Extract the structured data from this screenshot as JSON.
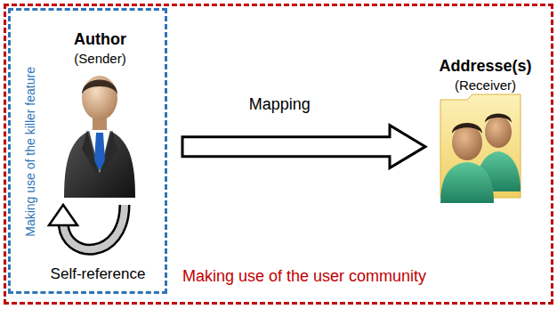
{
  "diagram": {
    "nodes": [
      {
        "text": [
          "Making use of the user community"
        ]
      },
      {
        "text": [
          "Making use of the killer feature"
        ],
        "in": 0
      },
      {
        "text": [
          "Author",
          "(Sender)"
        ],
        "in": 1
      },
      {
        "text": [
          "Addresse(s)",
          "(Receiver)"
        ],
        "in": 0
      }
    ],
    "edges": [
      {
        "from": 2,
        "to": 3,
        "arrow": "to",
        "label": "Mapping"
      },
      {
        "from": 2,
        "to": 2,
        "arrow": "to",
        "label": "Self-reference"
      }
    ]
  }
}
